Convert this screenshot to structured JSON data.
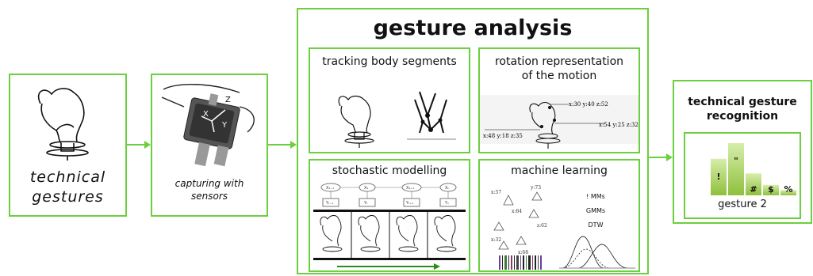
{
  "stage1": {
    "label_line1": "technical",
    "label_line2": "gestures"
  },
  "stage2": {
    "label_line1": "capturing with",
    "label_line2": "sensors"
  },
  "analysis": {
    "title": "gesture analysis",
    "panels": {
      "tracking": {
        "title": "tracking body segments"
      },
      "rotation": {
        "title_line1": "rotation representation",
        "title_line2": "of the motion",
        "annotations": [
          "x:30 y:40 z:52",
          "x:54 y:25 z:32",
          "x:48 y:18 z:35"
        ]
      },
      "stochastic": {
        "title": "stochastic modelling",
        "nodes": [
          "X₁₋₁",
          "X₁",
          "X₁₊₁",
          "Xₙ"
        ],
        "obs": [
          "Yₜ₋₁",
          "Yₜ",
          "Yₜ₊₁",
          "Yₙ"
        ]
      },
      "ml": {
        "title": "machine learning",
        "methods": [
          "! MMs",
          "GMMs",
          "DTW"
        ],
        "scatter_labels": [
          "x:57",
          "y:73",
          "x:84",
          "z:62",
          "x:32",
          "x:68"
        ]
      }
    }
  },
  "recognition": {
    "title_line1": "technical gesture",
    "title_line2": "recognition",
    "bars": [
      {
        "symbol": "!",
        "value": 0.7
      },
      {
        "symbol": "\"",
        "value": 1.0
      },
      {
        "symbol": "#",
        "value": 0.42
      },
      {
        "symbol": "$",
        "value": 0.2
      },
      {
        "symbol": "%",
        "value": 0.1
      }
    ],
    "caption": "gesture 2"
  },
  "colors": {
    "accent": "#6ccf3f",
    "bar_light": "#d6eeaa",
    "bar_dark": "#8fc03c"
  }
}
